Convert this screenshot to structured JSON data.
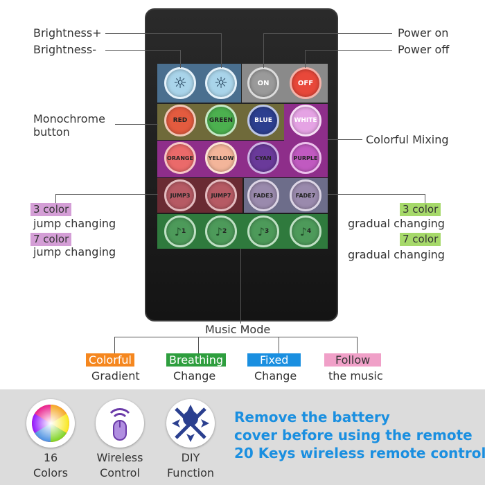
{
  "labels": {
    "brightness_up": "Brightness+",
    "brightness_down": "Brightness-",
    "power_on": "Power on",
    "power_off": "Power off",
    "mono_1": "Monochrome",
    "mono_2": "button",
    "colorful_mixing": "Colorful Mixing",
    "jump3_a": "3 color",
    "jump3_b": "jump changing",
    "jump7_a": "7 color",
    "jump7_b": "jump changing",
    "fade3_a": "3 color",
    "fade3_b": "gradual changing",
    "fade7_a": "7 color",
    "fade7_b": "gradual changing",
    "music_mode": "Music Mode"
  },
  "keys": {
    "on": "ON",
    "off": "OFF",
    "red": "RED",
    "green": "GREEN",
    "blue": "BLUE",
    "white": "WHITE",
    "orange": "ORANGE",
    "yellow": "YELLOW",
    "cyan": "CYAN",
    "purple": "PURPLE",
    "jump3": "JUMP3",
    "jump7": "JUMP7",
    "fade3": "FADE3",
    "fade7": "FADE7",
    "music1": "1",
    "music2": "2",
    "music3": "3",
    "music4": "4"
  },
  "music_modes": [
    {
      "title": "Colorful",
      "sub": "Gradient",
      "color": "#f5871f"
    },
    {
      "title": "Breathing",
      "sub": "Change",
      "color": "#2e9e3e"
    },
    {
      "title": "Fixed",
      "sub": "Change",
      "color": "#1a8fe0"
    },
    {
      "title": "Follow",
      "sub": "the music",
      "color": "#f0a0c8"
    }
  ],
  "features": [
    {
      "line1": "16",
      "line2": "Colors",
      "icon": "color-wheel-icon"
    },
    {
      "line1": "Wireless",
      "line2": "Control",
      "icon": "wireless-mouse-icon"
    },
    {
      "line1": "DIY",
      "line2": "Function",
      "icon": "diy-icon"
    }
  ],
  "notes": [
    "Remove the battery",
    "cover before using the remote",
    "20 Keys wireless remote control"
  ],
  "colors": {
    "accent_blue": "#1a8fe0",
    "purple_tag": "#d49ed6",
    "green_tag": "#a6d96a"
  }
}
